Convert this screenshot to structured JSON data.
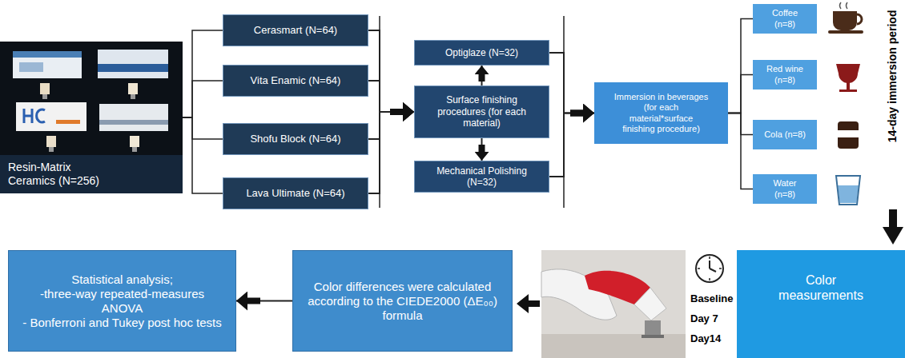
{
  "diagram": {
    "nodes": [
      {
        "text": [
          "Resin-Matrix Ceramics (N=256)"
        ]
      },
      {
        "text": [
          "Cerasmart (N=64)"
        ]
      },
      {
        "text": [
          "Vita Enamic (N=64)"
        ]
      },
      {
        "text": [
          "Shofu Block (N=64)"
        ]
      },
      {
        "text": [
          "Lava Ultimate (N=64)"
        ]
      },
      {
        "text": [
          "Optiglaze (N=32)"
        ]
      },
      {
        "text": [
          "Surface finishing procedures (for each material)"
        ]
      },
      {
        "text": [
          "Mechanical Polishing (N=32)"
        ]
      },
      {
        "text": [
          "Immersion in beverages (for each material*surface finishing procedure)"
        ]
      },
      {
        "text": [
          "Coffee (n=8)"
        ]
      },
      {
        "text": [
          "Red wine (n=8)"
        ]
      },
      {
        "text": [
          "Cola (n=8)"
        ]
      },
      {
        "text": [
          "Water (n=8)"
        ]
      },
      {
        "text": [
          "Statistical analysis;",
          "-three-way repeated-measures ANOVA",
          "- Bonferroni and Tukey post hoc tests"
        ]
      },
      {
        "text": [
          "Color differences were calculated according to the CIEDE2000 (ΔE₀₀) formula"
        ]
      },
      {
        "text": [
          "Color measurements"
        ]
      }
    ],
    "edges": [
      {
        "from": 0,
        "to": 1,
        "arrow": "none"
      },
      {
        "from": 0,
        "to": 2,
        "arrow": "none"
      },
      {
        "from": 0,
        "to": 3,
        "arrow": "none"
      },
      {
        "from": 0,
        "to": 4,
        "arrow": "none"
      },
      {
        "from": 1,
        "to": 6,
        "arrow": "to"
      },
      {
        "from": 2,
        "to": 6,
        "arrow": "to"
      },
      {
        "from": 3,
        "to": 6,
        "arrow": "to"
      },
      {
        "from": 4,
        "to": 6,
        "arrow": "to"
      },
      {
        "from": 6,
        "to": 5,
        "arrow": "to"
      },
      {
        "from": 6,
        "to": 7,
        "arrow": "to"
      },
      {
        "from": 5,
        "to": 8,
        "arrow": "to"
      },
      {
        "from": 7,
        "to": 8,
        "arrow": "to"
      },
      {
        "from": 8,
        "to": 9,
        "arrow": "none"
      },
      {
        "from": 8,
        "to": 10,
        "arrow": "none"
      },
      {
        "from": 8,
        "to": 11,
        "arrow": "none"
      },
      {
        "from": 8,
        "to": 12,
        "arrow": "none"
      },
      {
        "from": 14,
        "to": 13,
        "arrow": "to"
      }
    ],
    "labels": [
      "14-day immersion period",
      "Baseline",
      "Day 7",
      "Day14"
    ]
  }
}
